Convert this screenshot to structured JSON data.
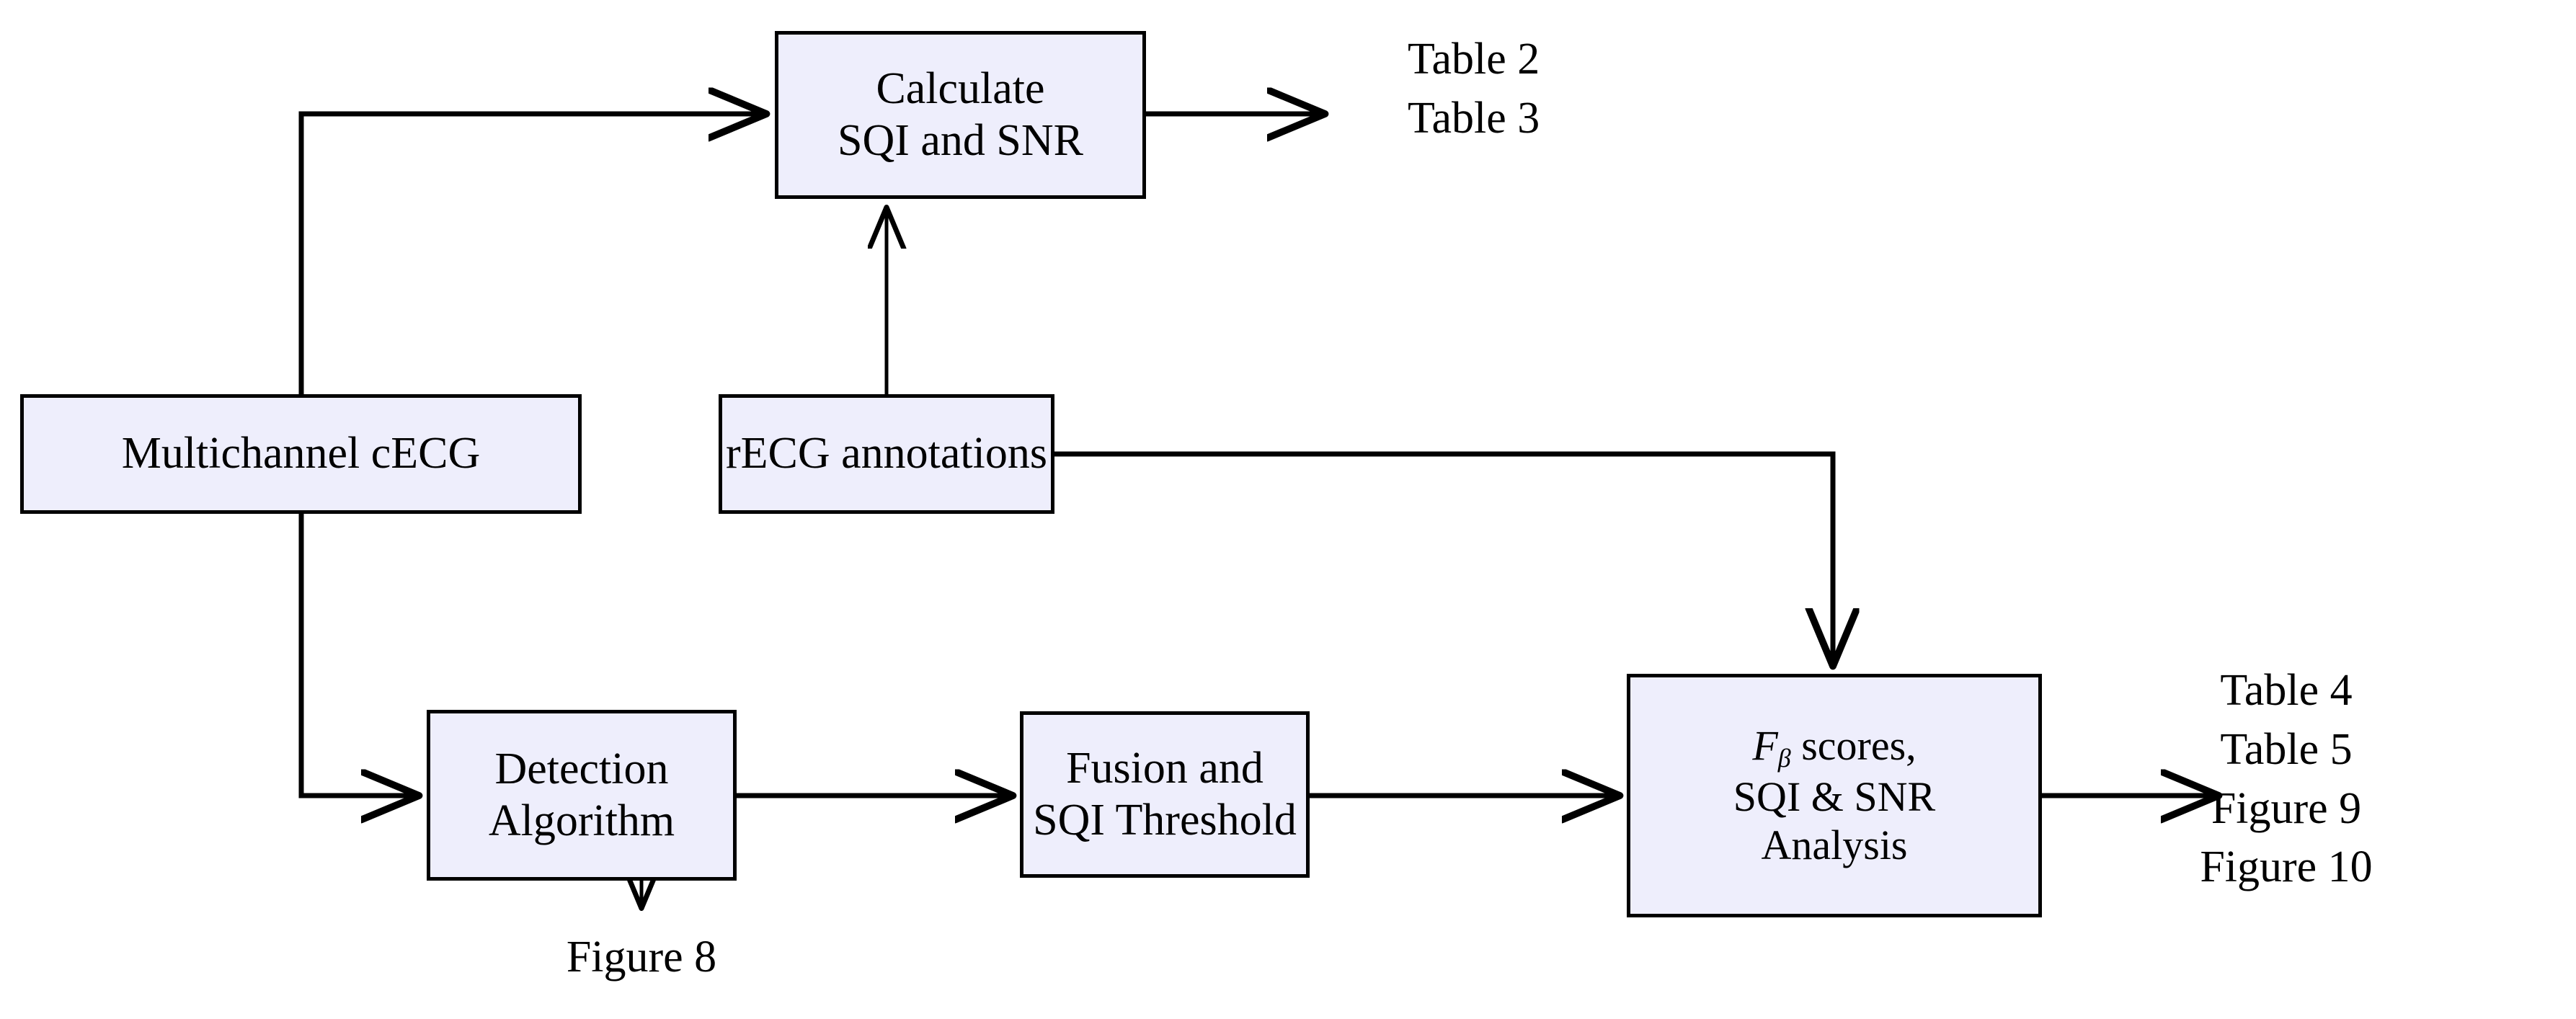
{
  "diagram": {
    "title": "cECG processing and evaluation flowchart",
    "colors": {
      "node_fill": "#eeeefc",
      "node_stroke": "#000000",
      "edge_stroke": "#000000",
      "background": "#ffffff"
    },
    "nodes": [
      {
        "id": "calculate-sqi-snr",
        "lines": [
          "Calculate",
          "SQI and SNR"
        ]
      },
      {
        "id": "multichannel-cecg",
        "lines": [
          "Multichannel cECG"
        ]
      },
      {
        "id": "recg-annotations",
        "lines": [
          "rECG annotations"
        ]
      },
      {
        "id": "detection-algorithm",
        "lines": [
          "Detection",
          "Algorithm"
        ]
      },
      {
        "id": "fusion-sqi-threshold",
        "lines": [
          "Fusion and",
          "SQI Threshold"
        ]
      },
      {
        "id": "fbeta-analysis",
        "lines": [
          "F",
          "β",
          " scores,",
          "SQI & SNR",
          "Analysis"
        ],
        "line1_prefix": "F",
        "line1_subscript": "β",
        "line1_suffix": " scores,",
        "line2": "SQI & SNR",
        "line3": "Analysis"
      }
    ],
    "output_labels": {
      "top_right": [
        "Table 2",
        "Table 3"
      ],
      "bottom_right": [
        "Table 4",
        "Table 5",
        "Figure 9",
        "Figure 10"
      ],
      "under_detection": [
        "Figure 8"
      ]
    }
  }
}
